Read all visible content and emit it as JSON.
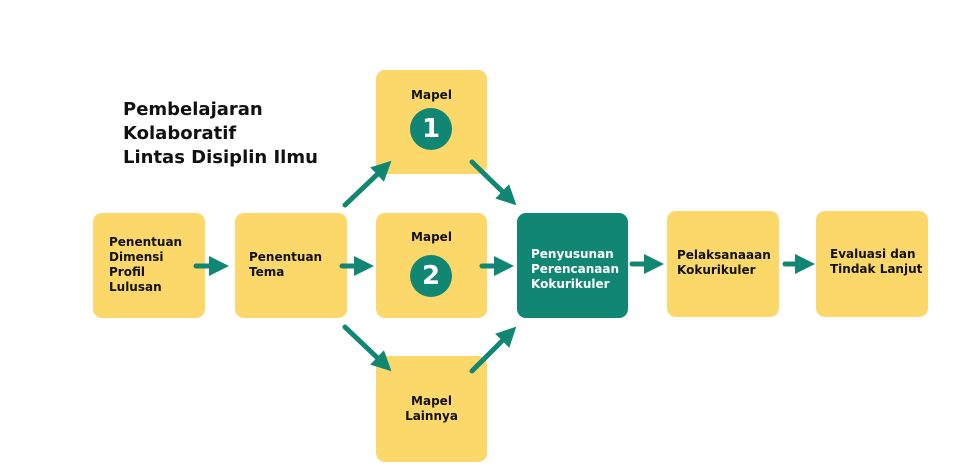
{
  "title": "Pembelajaran\nKolaboratif\nLintas Disiplin Ilmu",
  "colors": {
    "box": "#fcd86a",
    "accent": "#118672",
    "text": "#111111"
  },
  "nodes": {
    "profil": "Penentuan\nDimensi\nProfil\nLulusan",
    "tema": "Penentuan\nTema",
    "mapel1": {
      "label": "Mapel",
      "number": "1"
    },
    "mapel2": {
      "label": "Mapel",
      "number": "2"
    },
    "mapel_lain": "Mapel\nLainnya",
    "perencanaan": "Penyusunan\nPerencanaan\nKokurikuler",
    "pelaksanaan": "Pelaksanaaan\nKokurikuler",
    "evaluasi": "Evaluasi dan\nTindak Lanjut"
  },
  "edges": [
    [
      "profil",
      "tema"
    ],
    [
      "tema",
      "mapel1"
    ],
    [
      "tema",
      "mapel2"
    ],
    [
      "tema",
      "mapel_lain"
    ],
    [
      "mapel1",
      "perencanaan"
    ],
    [
      "mapel2",
      "perencanaan"
    ],
    [
      "mapel_lain",
      "perencanaan"
    ],
    [
      "perencanaan",
      "pelaksanaan"
    ],
    [
      "pelaksanaan",
      "evaluasi"
    ]
  ]
}
